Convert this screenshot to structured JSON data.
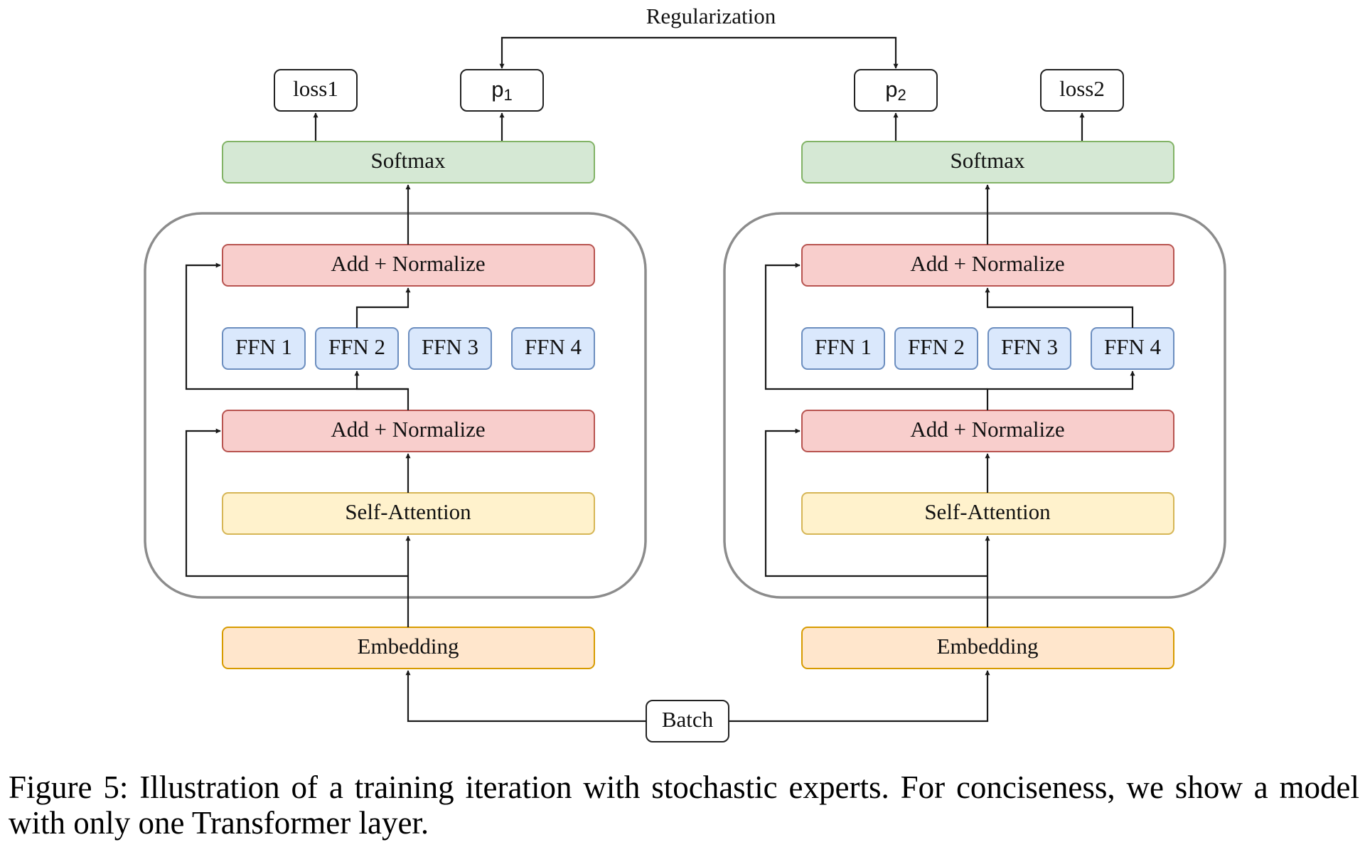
{
  "diagram": {
    "top_label": "Regularization",
    "outputs": {
      "loss1": "loss1",
      "p1_base": "p",
      "p1_sub": "1",
      "p2_base": "p",
      "p2_sub": "2",
      "loss2": "loss2"
    },
    "left_model": {
      "softmax": "Softmax",
      "add_norm_top": "Add + Normalize",
      "ffn": [
        "FFN 1",
        "FFN 2",
        "FFN 3",
        "FFN 4"
      ],
      "add_norm_bottom": "Add + Normalize",
      "self_attention": "Self-Attention",
      "embedding": "Embedding"
    },
    "right_model": {
      "softmax": "Softmax",
      "add_norm_top": "Add + Normalize",
      "ffn": [
        "FFN 1",
        "FFN 2",
        "FFN 3",
        "FFN 4"
      ],
      "add_norm_bottom": "Add + Normalize",
      "self_attention": "Self-Attention",
      "embedding": "Embedding"
    },
    "batch": "Batch",
    "colors": {
      "softmax_fill": "#d5e8d4",
      "softmax_stroke": "#82b366",
      "addnorm_fill": "#f8cecc",
      "addnorm_stroke": "#b85450",
      "ffn_fill": "#dae8fc",
      "ffn_stroke": "#6c8ebf",
      "attention_fill": "#fff2cc",
      "attention_stroke": "#d6b656",
      "embedding_fill": "#ffe6cc",
      "embedding_stroke": "#d79b00",
      "layer_frame": "#8c8c8c"
    }
  },
  "caption": "Figure 5:  Illustration of a training iteration with stochastic experts.  For conciseness, we show a model with only one Transformer layer."
}
